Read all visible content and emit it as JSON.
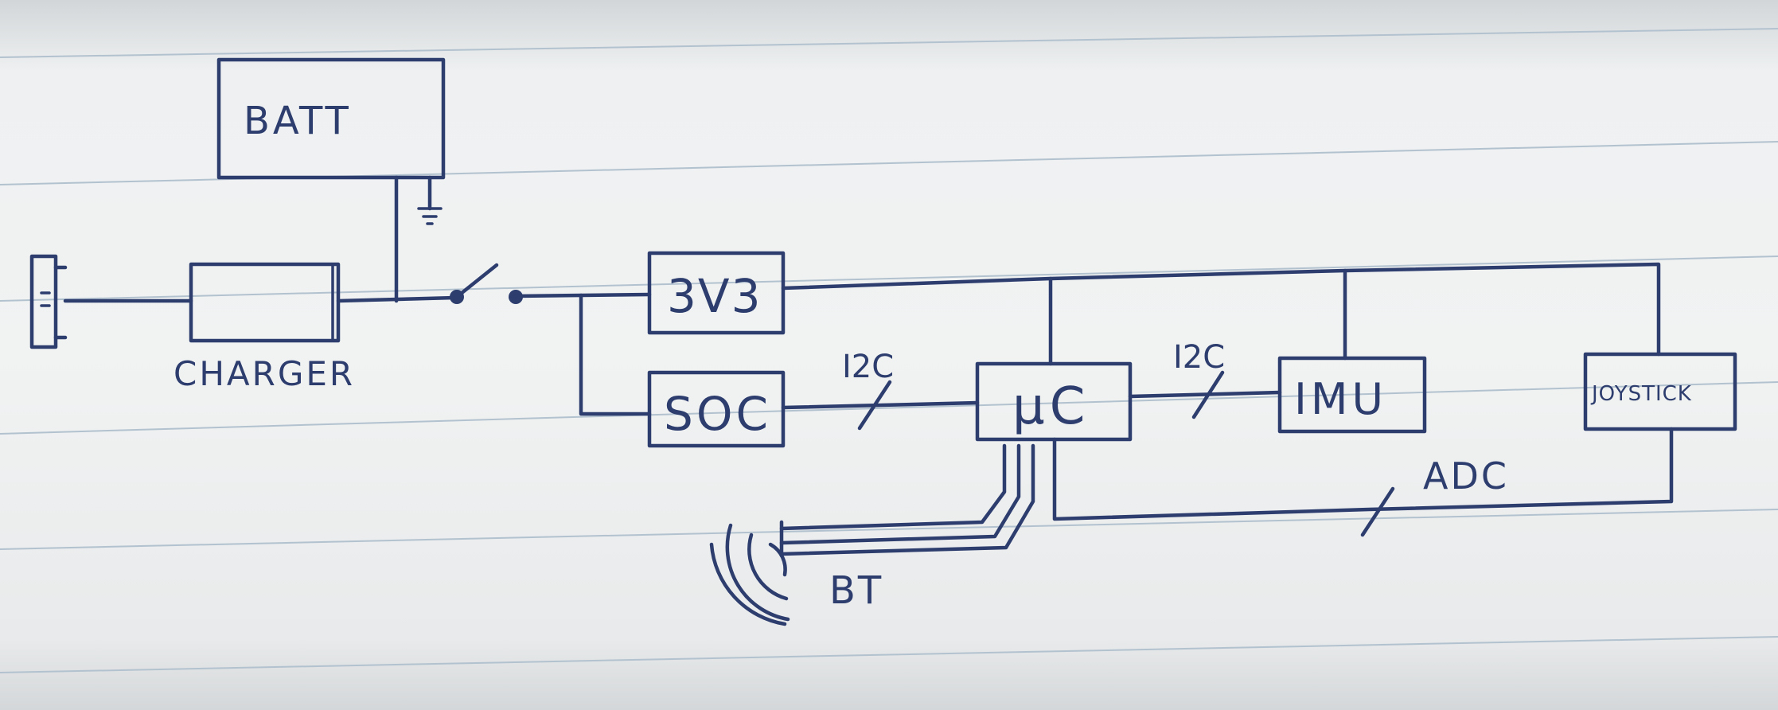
{
  "blocks": {
    "battery": "BATT",
    "charger": "CHARGER",
    "regulator": "3V3",
    "fuel_gauge": "SOC",
    "microcontroller": "μC",
    "imu": "IMU",
    "joystick": "JOYSTICK"
  },
  "buses": {
    "soc_to_uc": "I2C",
    "uc_to_imu": "I2C",
    "joystick_to_uc": "ADC",
    "wireless": "BT"
  },
  "colors": {
    "ink": "#2d3d6e",
    "paper": "#eef0f1",
    "ruled_lines": "#b3c2cf"
  },
  "icons": [
    "usb-connector-icon",
    "ground-icon",
    "switch-icon",
    "wireless-waves-icon"
  ]
}
